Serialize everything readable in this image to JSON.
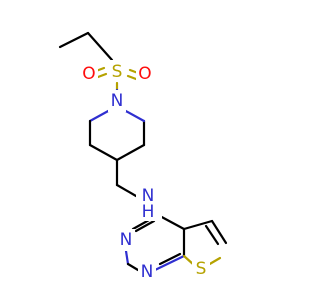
{
  "molecule": {
    "atoms": {
      "sulfonyl_s": {
        "symbol": "S",
        "color": "#b5a200"
      },
      "oxygen_left": {
        "symbol": "O",
        "color": "#ff0d0d"
      },
      "oxygen_right": {
        "symbol": "O",
        "color": "#ff0d0d"
      },
      "piperidine_n": {
        "symbol": "N",
        "color": "#2f2fd0"
      },
      "amine_n": {
        "symbol": "N",
        "color": "#2f2fd0"
      },
      "amine_h": {
        "symbol": "H",
        "color": "#2f2fd0"
      },
      "pyrimidine_n_upper": {
        "symbol": "N",
        "color": "#2f2fd0"
      },
      "pyrimidine_n_lower": {
        "symbol": "N",
        "color": "#2f2fd0"
      },
      "thiophene_s": {
        "symbol": "S",
        "color": "#b5a200"
      }
    },
    "bond_color": "#000000"
  }
}
